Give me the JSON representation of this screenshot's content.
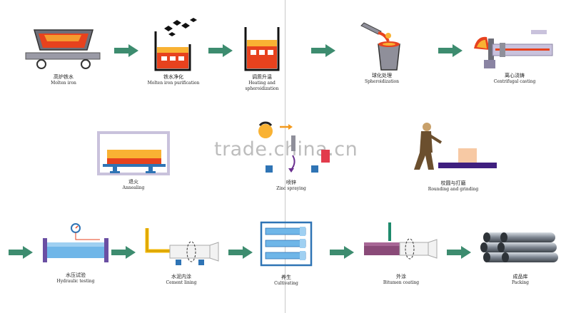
{
  "watermark": "trade.china.cn",
  "colors": {
    "arrow": "#3d8c6f",
    "molten": "#e7421e",
    "molten_light": "#f9b233",
    "steel": "#8f8f9a",
    "pipe_blue": "#6fb6e8",
    "pipe_blue_dark": "#2f74b5",
    "frame": "#c9c2dc"
  },
  "steps": [
    {
      "zh": "高炉铁水",
      "en": "Molten iron",
      "icon": "ladle-cart-icon"
    },
    {
      "zh": "铁水净化",
      "en": "Molten iron purification",
      "icon": "furnace-smoke-icon"
    },
    {
      "zh": "调质升温",
      "en": "Heating and spheroidization",
      "icon": "heating-furnace-icon"
    },
    {
      "zh": "球化处理",
      "en": "Spheroidization",
      "icon": "pouring-bucket-icon"
    },
    {
      "zh": "离心浇铸",
      "en": "Centrifugal casting",
      "icon": "centrifugal-machine-icon"
    },
    {
      "zh": "退火",
      "en": "Annealing",
      "icon": "annealing-oven-icon"
    },
    {
      "zh": "喷锌",
      "en": "Zinc spraying",
      "icon": "zinc-spray-icon"
    },
    {
      "zh": "校圆与打磨",
      "en": "Rounding and grinding",
      "icon": "grinding-worker-icon"
    },
    {
      "zh": "水压试验",
      "en": "Hydraulic testing",
      "icon": "pressure-test-icon"
    },
    {
      "zh": "水泥内涂",
      "en": "Cement lining",
      "icon": "cement-lining-icon"
    },
    {
      "zh": "养生",
      "en": "Cultivating",
      "icon": "curing-rack-icon"
    },
    {
      "zh": "外涂",
      "en": "Bitumen coating",
      "icon": "bitumen-coating-icon"
    },
    {
      "zh": "成品库",
      "en": "Packing",
      "icon": "pipe-stack-icon"
    }
  ]
}
